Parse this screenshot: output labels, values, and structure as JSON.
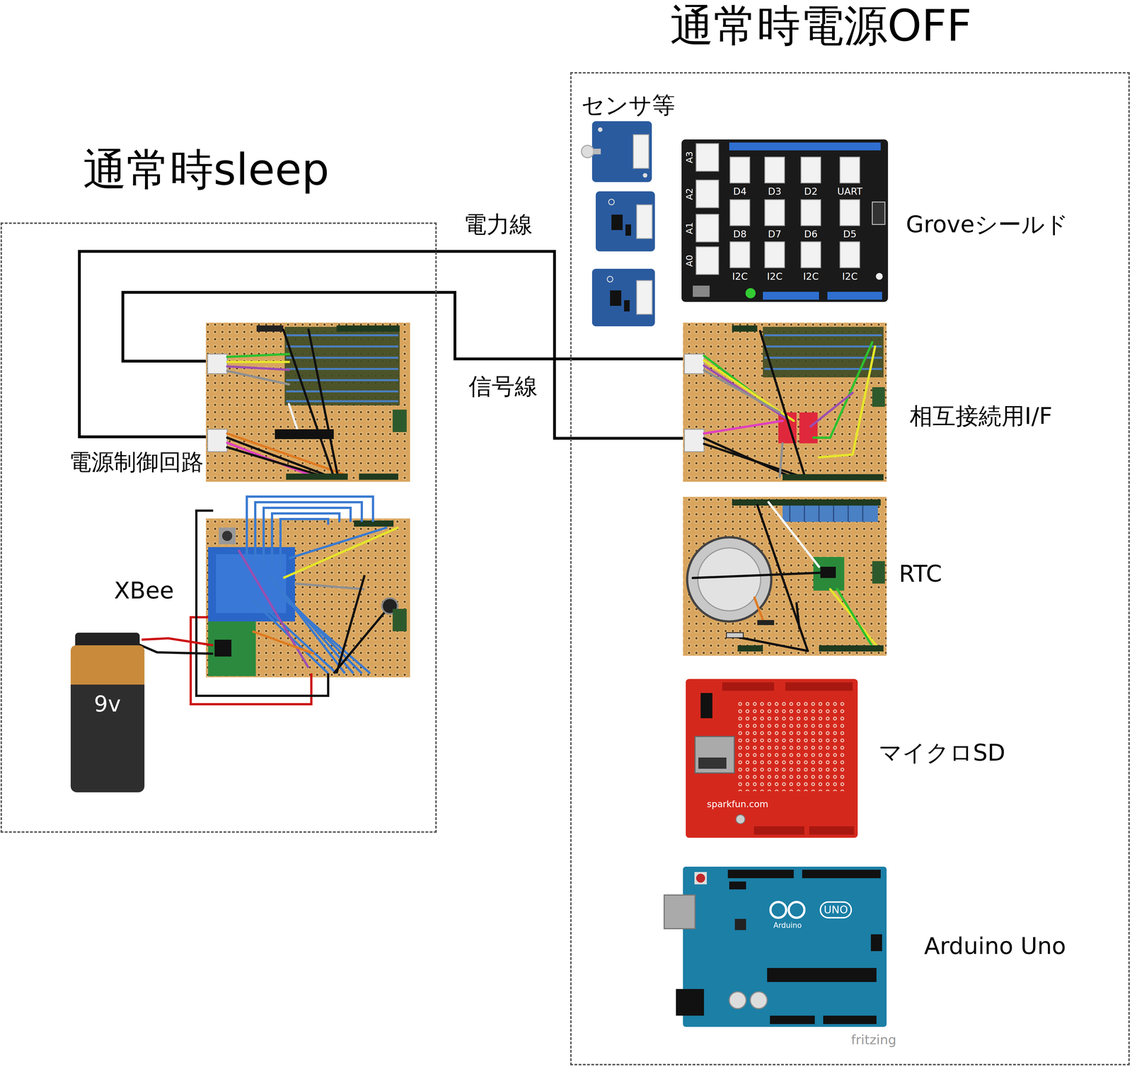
{
  "diagram": {
    "nodes": [
      {
        "text": [
          "通常時sleep"
        ]
      },
      {
        "text": [
          "通常時電源OFF"
        ]
      },
      {
        "text": [
          "電源制御回路"
        ],
        "in": 0
      },
      {
        "text": [
          "XBee"
        ],
        "in": 0
      },
      {
        "text": [
          "9v"
        ],
        "in": 0
      },
      {
        "text": [
          "Groveシールド"
        ],
        "in": 1
      },
      {
        "text": [
          "相互接続用I/F"
        ],
        "in": 1
      },
      {
        "text": [
          "RTC"
        ],
        "in": 1
      },
      {
        "text": [
          "マイクロSD"
        ],
        "in": 1
      },
      {
        "text": [
          "Arduino Uno"
        ],
        "in": 1
      }
    ],
    "edges": [
      {
        "from": 2,
        "to": 6,
        "label": "電力線",
        "arrow": "none"
      },
      {
        "from": 2,
        "to": 6,
        "label": "信号線",
        "arrow": "none"
      }
    ],
    "labels": [
      "センサ等",
      "D4",
      "D3",
      "D2",
      "UART",
      "D8",
      "D7",
      "D6",
      "D5",
      "I2C",
      "I2C",
      "I2C",
      "I2C",
      "A3",
      "A2",
      "A1",
      "A0",
      "Arduino",
      "UNO",
      "sparkfun.com",
      "fritzing"
    ]
  }
}
